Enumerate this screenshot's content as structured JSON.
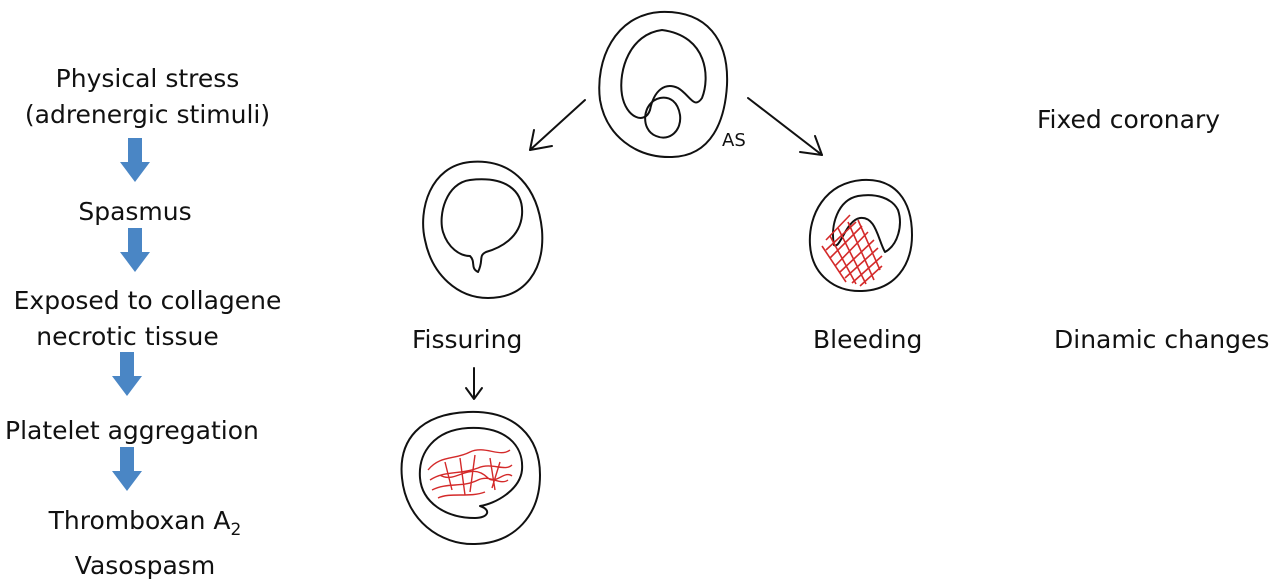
{
  "flow": {
    "step1_line1": "Physical stress",
    "step1_line2": "(adrenergic stimuli)",
    "step2": "Spasmus",
    "step3_line1": "Exposed to collagene",
    "step3_line2": "necrotic tissue",
    "step4": "Platelet aggregation",
    "step5_line1_main": "Thromboxan A",
    "step5_line1_sub": "2",
    "step5_line2": "Vasospasm"
  },
  "diagram": {
    "as_label": "AS",
    "fissuring_label": "Fissuring",
    "bleeding_label": "Bleeding"
  },
  "side": {
    "fixed_label": "Fixed coronary",
    "dynamic_label": "Dinamic changes"
  },
  "colors": {
    "arrow_blue": "#4a86c5",
    "thrombus_red": "#d42a2a",
    "ink": "#111111"
  },
  "icons": [
    "down-arrow-icon",
    "artery-cross-section-icon"
  ]
}
